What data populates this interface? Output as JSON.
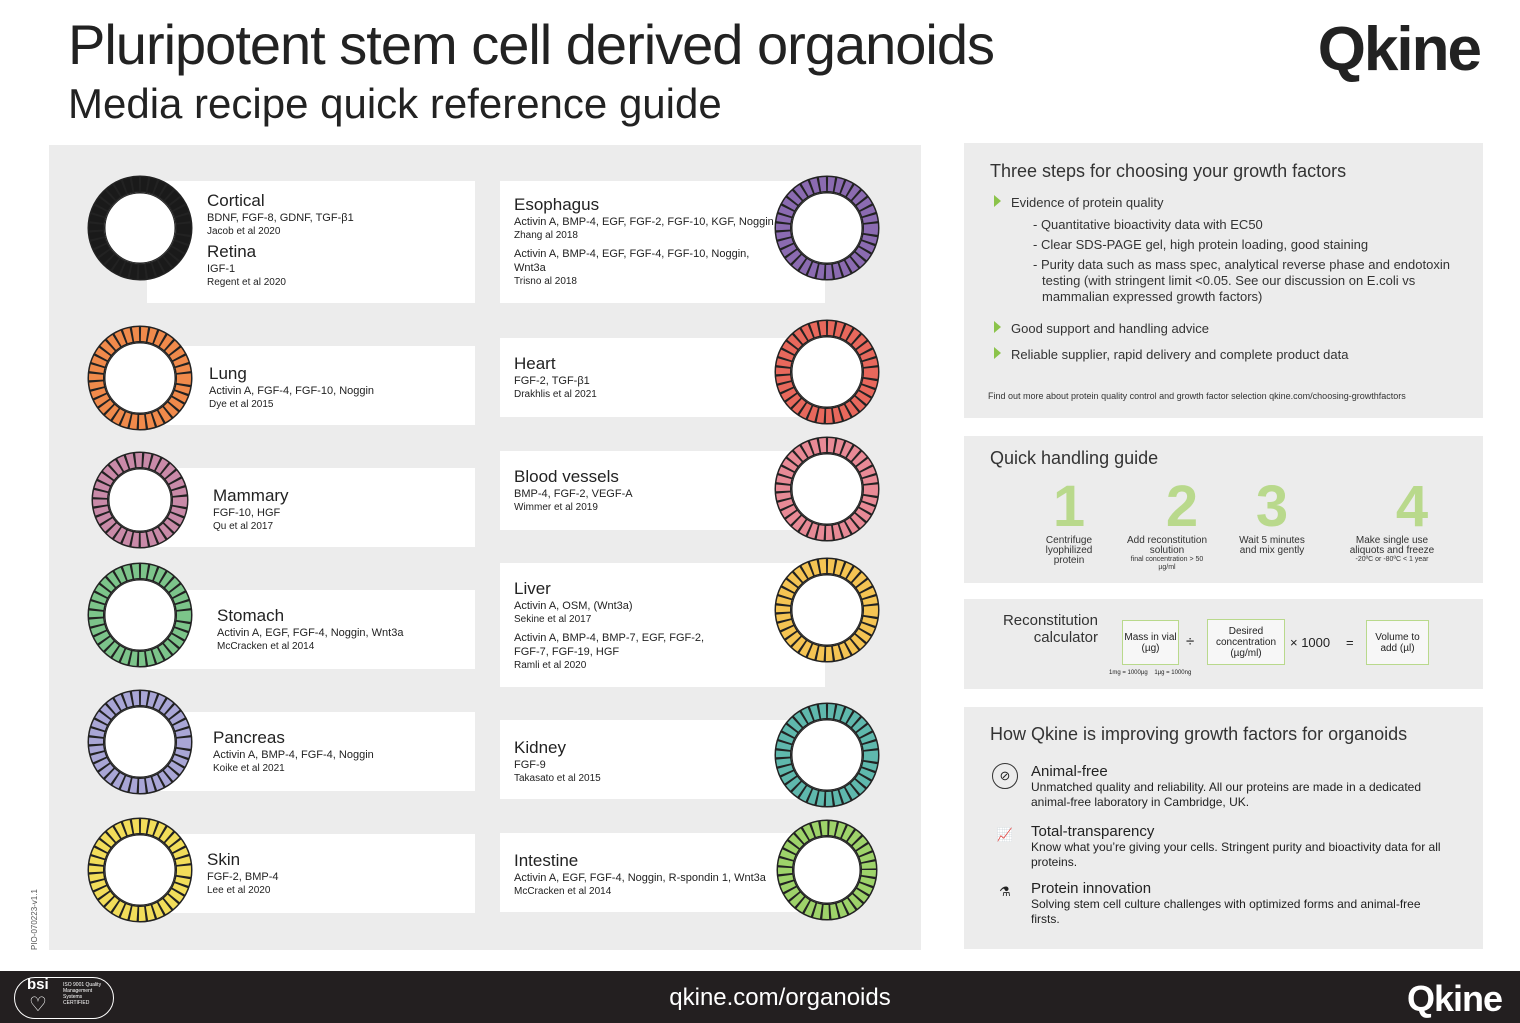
{
  "header": {
    "title": "Pluripotent stem cell derived organoids",
    "subtitle": "Media recipe quick reference guide",
    "logo": "Qkine"
  },
  "organoids": [
    {
      "name": "Cortical",
      "factors": "BDNF, FGF-8, GDNF, TGF-β1",
      "ref": "Jacob et al 2020",
      "color": "#1a1a1a"
    },
    {
      "name": "Retina",
      "factors": "IGF-1",
      "ref": "Regent et al 2020"
    },
    {
      "name": "Lung",
      "factors": "Activin A, FGF-4, FGF-10, Noggin",
      "ref": "Dye et al 2015",
      "color": "#f08a4b"
    },
    {
      "name": "Mammary",
      "factors": "FGF-10, HGF",
      "ref": "Qu et al 2017",
      "color": "#c98aa8"
    },
    {
      "name": "Stomach",
      "factors": "Activin A, EGF, FGF-4, Noggin, Wnt3a",
      "ref": "McCracken et al 2014",
      "color": "#7cc48a"
    },
    {
      "name": "Pancreas",
      "factors": "Activin A, BMP-4, FGF-4, Noggin",
      "ref": "Koike et al 2021",
      "color": "#a9a6d6"
    },
    {
      "name": "Skin",
      "factors": "FGF-2, BMP-4",
      "ref": "Lee et al 2020",
      "color": "#f2dd5a"
    },
    {
      "name": "Esophagus",
      "factors": "Activin A, BMP-4, EGF, FGF-2, FGF-10, KGF, Noggin",
      "ref": "Zhang al 2018",
      "factors2": "Activin A, BMP-4, EGF, FGF-4, FGF-10, Noggin, Wnt3a",
      "ref2": "Trisno al 2018",
      "color": "#8b6bb1"
    },
    {
      "name": "Heart",
      "factors": "FGF-2, TGF-β1",
      "ref": "Drakhlis et al 2021",
      "color": "#e8685c"
    },
    {
      "name": "Blood vessels",
      "factors": "BMP-4, FGF-2, VEGF-A",
      "ref": "Wimmer et al 2019",
      "color": "#e88a96"
    },
    {
      "name": "Liver",
      "factors": "Activin A, OSM, (Wnt3a)",
      "ref": "Sekine et al 2017",
      "factors2": "Activin A, BMP-4, BMP-7, EGF, FGF-2, FGF-7, FGF-19, HGF",
      "ref2": "Ramli et al 2020",
      "color": "#f5c453"
    },
    {
      "name": "Kidney",
      "factors": "FGF-9",
      "ref": "Takasato et al 2015",
      "color": "#5fb8ad"
    },
    {
      "name": "Intestine",
      "factors": "Activin A, EGF, FGF-4, Noggin, R-spondin 1, Wnt3a",
      "ref": "McCracken et al 2014",
      "color": "#9ed36a"
    }
  ],
  "doc_id": "PIO-070223-v1.1",
  "three_steps": {
    "title": "Three steps for choosing your growth factors",
    "items": [
      "Evidence of protein quality",
      "Good support and handling advice",
      "Reliable supplier, rapid delivery and complete product data"
    ],
    "sub": [
      "- Quantitative bioactivity data with EC50",
      "- Clear SDS-PAGE gel, high protein loading, good staining",
      "- Purity data such as mass spec, analytical reverse phase and endotoxin testing (with stringent limit <0.05.  See our discussion on E.coli vs mammalian expressed growth factors)"
    ],
    "footnote": "Find out more about protein quality control and growth factor selection qkine.com/choosing-growthfactors"
  },
  "handling": {
    "title": "Quick handling guide",
    "steps": [
      {
        "num": "1",
        "label": "Centrifuge lyophilized protein",
        "note": ""
      },
      {
        "num": "2",
        "label": "Add reconstitution solution",
        "note": "final concentration > 50 µg/ml"
      },
      {
        "num": "3",
        "label": "Wait 5 minutes and mix gently",
        "note": ""
      },
      {
        "num": "4",
        "label": "Make single use aliquots and freeze",
        "note": "-20ºC or -80ºC < 1 year"
      }
    ]
  },
  "calculator": {
    "title": "Reconstitution calculator",
    "mass": "Mass in vial (µg)",
    "divide": "÷",
    "conc": "Desired concentration (µg/ml)",
    "times": "× 1000",
    "equals": "=",
    "result": "Volume to add (µl)",
    "note": "1mg = 1000µg    1µg = 1000ng"
  },
  "improving": {
    "title": "How Qkine is improving growth factors for organoids",
    "items": [
      {
        "title": "Animal-free",
        "text": "Unmatched quality and reliability. All our proteins are made in a dedicated animal-free laboratory in Cambridge, UK."
      },
      {
        "title": "Total-transparency",
        "text": "Know what you’re giving your cells. Stringent purity and bioactivity data for all proteins."
      },
      {
        "title": "Protein innovation",
        "text": "Solving stem cell culture challenges with optimized forms and animal-free firsts."
      }
    ]
  },
  "footer": {
    "url": "qkine.com/organoids",
    "logo": "Qkine",
    "cert": "bsi",
    "cert_text": "ISO 9001 Quality Management Systems CERTIFIED"
  },
  "accent": "#8bc34a"
}
